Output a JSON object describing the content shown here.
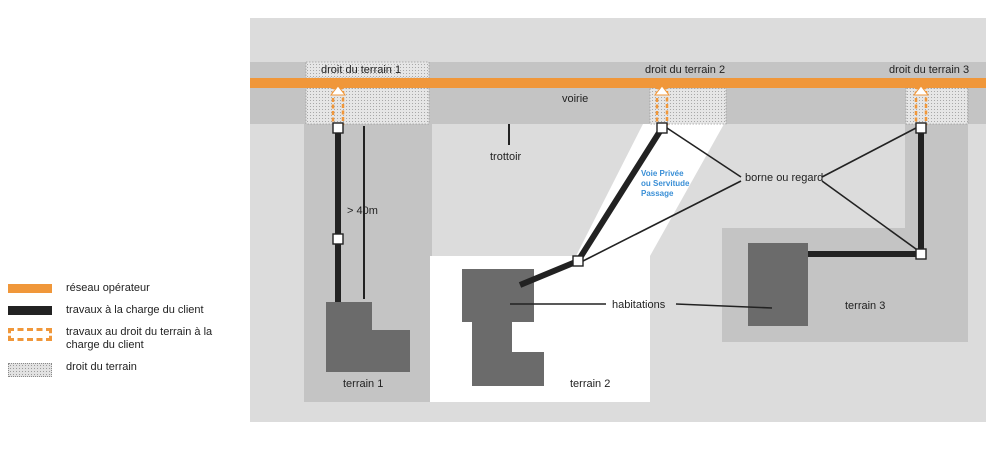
{
  "colors": {
    "background": "#dcdcdc",
    "road": "#c4c4c4",
    "operator_network": "#f0973a",
    "client_works": "#222222",
    "house": "#6b6b6b",
    "private_way": "#ffffff",
    "annotation_blue": "#3a8fd6"
  },
  "diagram": {
    "road_label": "voirie",
    "sidewalk_label": "trottoir",
    "plots": [
      {
        "droit_label": "droit du terrain 1",
        "terrain_label": "terrain 1"
      },
      {
        "droit_label": "droit du terrain 2",
        "terrain_label": "terrain 2"
      },
      {
        "droit_label": "droit du terrain 3",
        "terrain_label": "terrain 3"
      }
    ],
    "distance_label": "> 40m",
    "private_way_label": [
      "Voie Privée",
      "ou Servitude",
      "Passage"
    ],
    "callout_borne": "borne ou regard",
    "callout_habitations": "habitations"
  },
  "legend": {
    "items": [
      {
        "key": "operator",
        "label": "réseau opérateur"
      },
      {
        "key": "client",
        "label": "travaux à la charge du client"
      },
      {
        "key": "droit_client",
        "label": "travaux au droit du terrain à la charge du client"
      },
      {
        "key": "droit",
        "label": "droit du terrain"
      }
    ]
  }
}
